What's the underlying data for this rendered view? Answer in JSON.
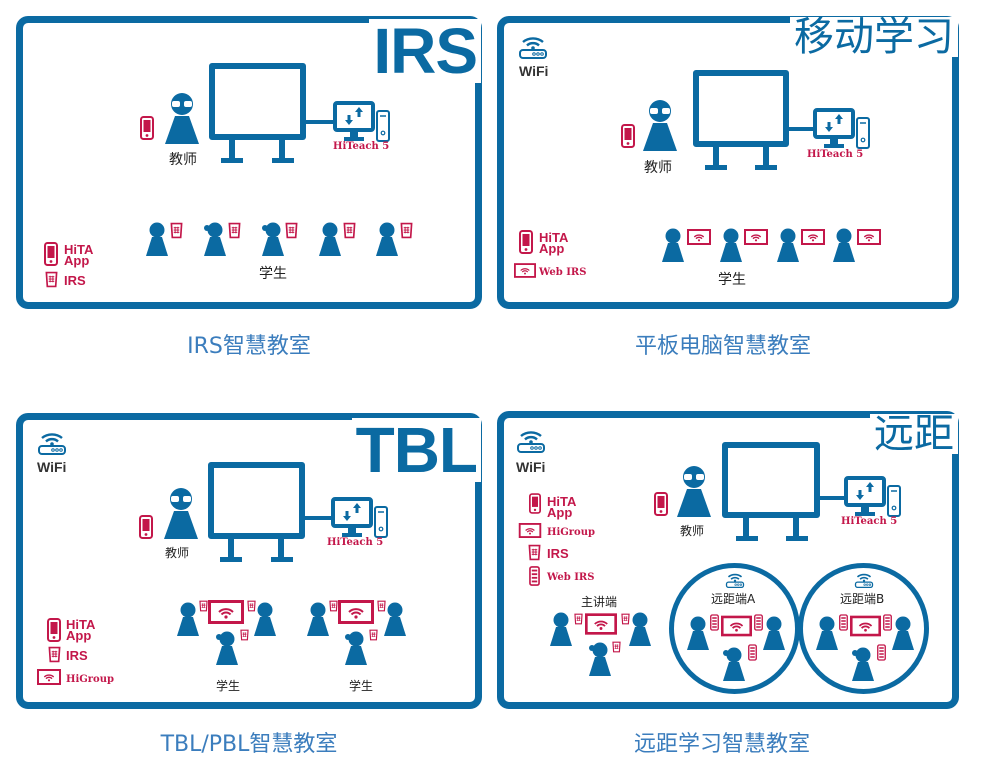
{
  "colors": {
    "primary": "#0b6aa2",
    "accent": "#c3174a",
    "caption": "#3b7dbd"
  },
  "panels": [
    {
      "title": "IRS",
      "caption": "IRS智慧教室",
      "teacher_label": "教师",
      "software": "HiTeach 5",
      "students_label": "学生",
      "legend": [
        {
          "icon": "phone-icon",
          "label": "HiTA App"
        },
        {
          "icon": "remote-icon",
          "label": "IRS"
        }
      ]
    },
    {
      "title": "移动学习",
      "caption": "平板电脑智慧教室",
      "wifi": "WiFi",
      "teacher_label": "教师",
      "software": "HiTeach 5",
      "students_label": "学生",
      "legend": [
        {
          "icon": "phone-icon",
          "label": "HiTA App"
        },
        {
          "icon": "tablet-icon",
          "label": "Web IRS"
        }
      ]
    },
    {
      "title": "TBL",
      "caption": "TBL/PBL智慧教室",
      "wifi": "WiFi",
      "teacher_label": "教师",
      "software": "HiTeach 5",
      "students_label": "学生",
      "legend": [
        {
          "icon": "phone-icon",
          "label": "HiTA App"
        },
        {
          "icon": "remote-icon",
          "label": "IRS"
        },
        {
          "icon": "tablet-icon",
          "label": "HiGroup"
        }
      ]
    },
    {
      "title": "远距",
      "caption": "远距学习智慧教室",
      "wifi": "WiFi",
      "teacher_label": "教师",
      "software": "HiTeach 5",
      "main_site": "主讲端",
      "remote_a": "远距端A",
      "remote_b": "远距端B",
      "legend": [
        {
          "icon": "phone-icon",
          "label": "HiTA App"
        },
        {
          "icon": "tablet-icon",
          "label": "HiGroup"
        },
        {
          "icon": "remote-icon",
          "label": "IRS"
        },
        {
          "icon": "web-irs-icon",
          "label": "Web IRS"
        }
      ]
    }
  ]
}
